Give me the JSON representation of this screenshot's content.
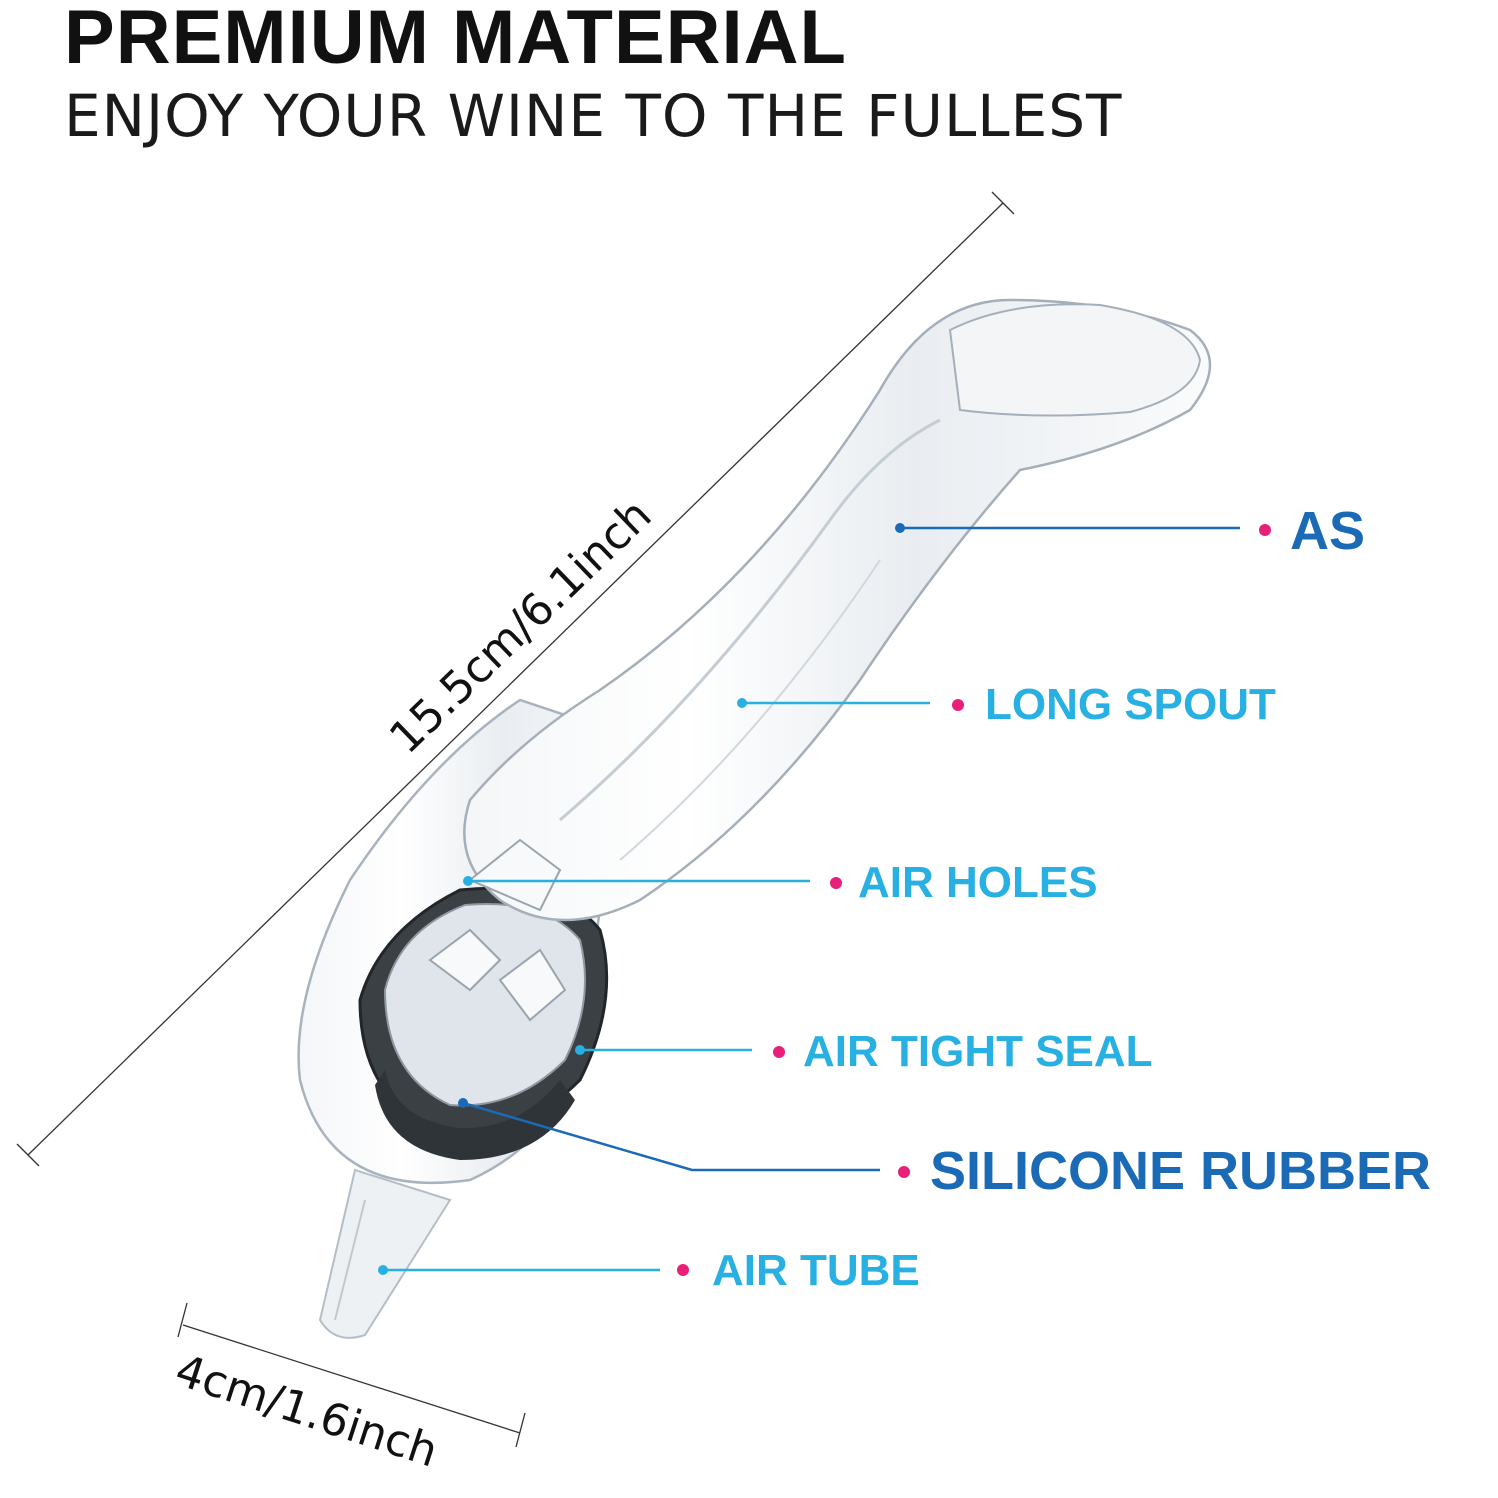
{
  "header": {
    "title": "PREMIUM MATERIAL",
    "subtitle": "ENJOY YOUR WINE TO THE FULLEST"
  },
  "dimensions": {
    "length": "15.5cm/6.1inch",
    "width": "4cm/1.6inch"
  },
  "callouts": [
    {
      "label": "AS",
      "color": "#1a6ab5"
    },
    {
      "label": "LONG SPOUT",
      "color": "#29b0e3"
    },
    {
      "label": "AIR HOLES",
      "color": "#29b0e3"
    },
    {
      "label": "AIR TIGHT SEAL",
      "color": "#29b0e3"
    },
    {
      "label": "SILICONE RUBBER",
      "color": "#1a6ab5"
    },
    {
      "label": "AIR TUBE",
      "color": "#29b0e3"
    }
  ],
  "colors": {
    "dot": "#e8207a",
    "line_light": "#29b0e3",
    "line_dark": "#1a6ab5"
  }
}
